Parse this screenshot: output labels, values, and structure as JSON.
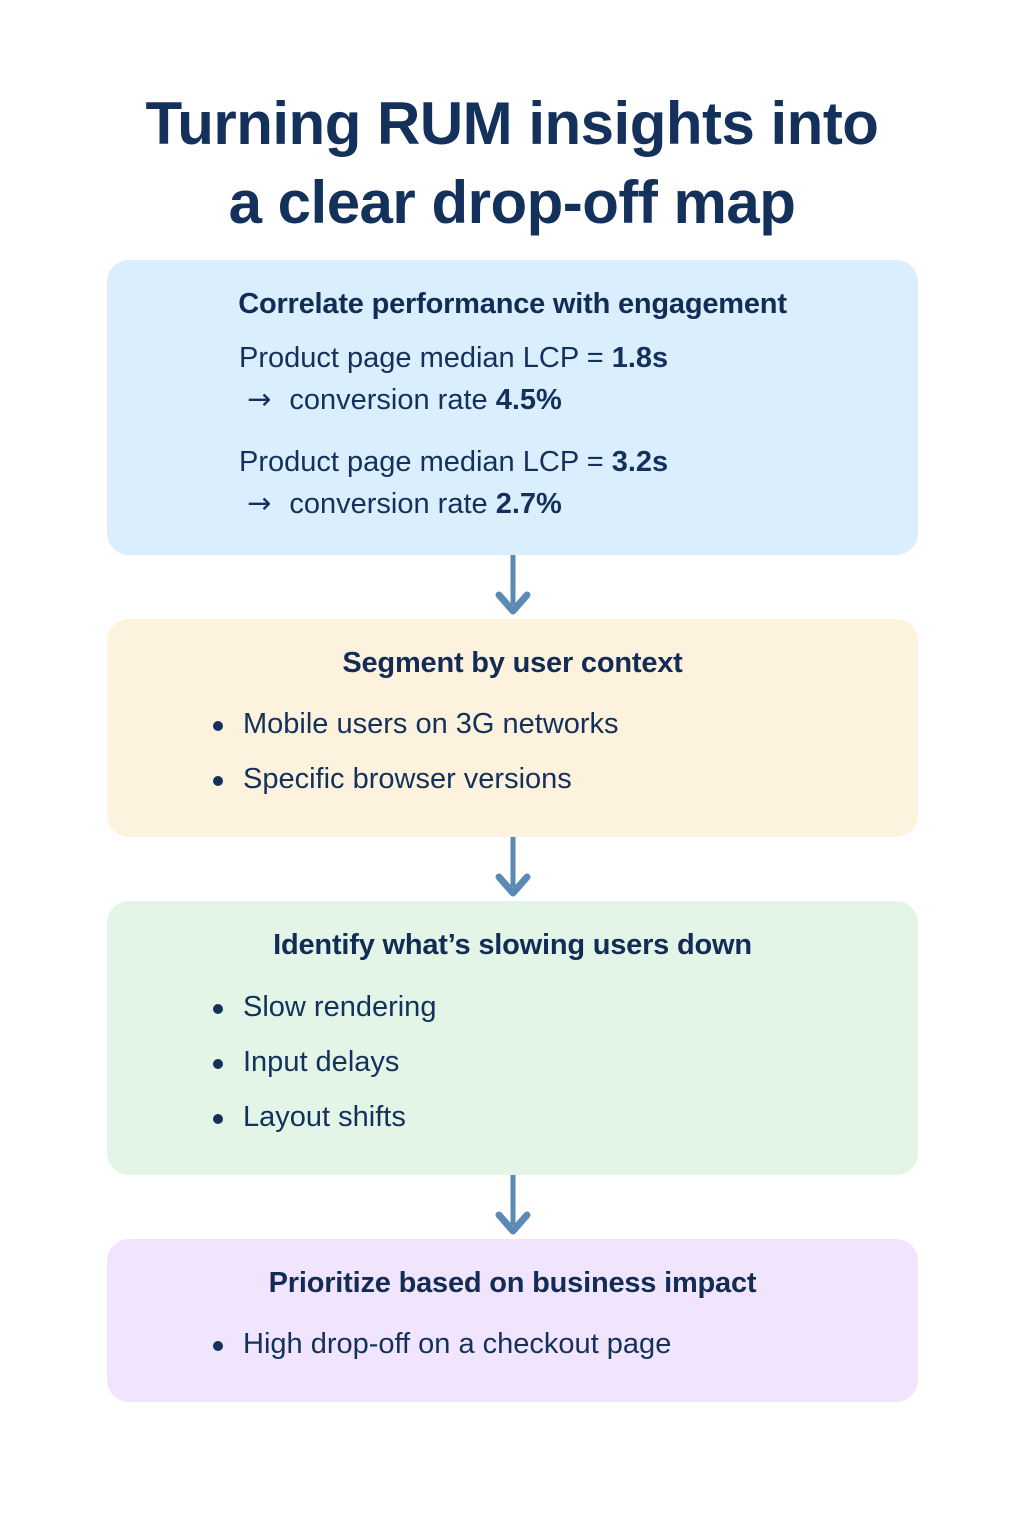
{
  "title": {
    "line1": "Turning RUM insights into",
    "line2": "a clear drop-off map"
  },
  "colors": {
    "text_navy": "#14315c",
    "card_blue": "#daeefd",
    "card_cream": "#fdf2dd",
    "card_mint": "#e3f5e6",
    "card_lilac": "#f1e5fd",
    "arrow": "#5b8ab5"
  },
  "flow": {
    "steps": [
      {
        "id": "correlate",
        "heading": "Correlate performance with engagement",
        "stats": [
          {
            "label": "Product page median LCP = ",
            "value": "1.8s"
          },
          {
            "arrow": "→",
            "label": " conversion rate ",
            "value": "4.5%"
          },
          {
            "label": "Product page median LCP = ",
            "value": "3.2s"
          },
          {
            "arrow": "→",
            "label": " conversion rate ",
            "value": "2.7%"
          }
        ]
      },
      {
        "id": "segment",
        "heading": "Segment by user context",
        "bullets": [
          "Mobile users on 3G networks",
          "Specific browser versions"
        ]
      },
      {
        "id": "identify",
        "heading": "Identify what’s slowing users down",
        "bullets": [
          "Slow rendering",
          "Input delays",
          "Layout shifts"
        ]
      },
      {
        "id": "prioritize",
        "heading": "Prioritize based on business impact",
        "bullets": [
          "High drop-off on a checkout page"
        ]
      }
    ]
  }
}
